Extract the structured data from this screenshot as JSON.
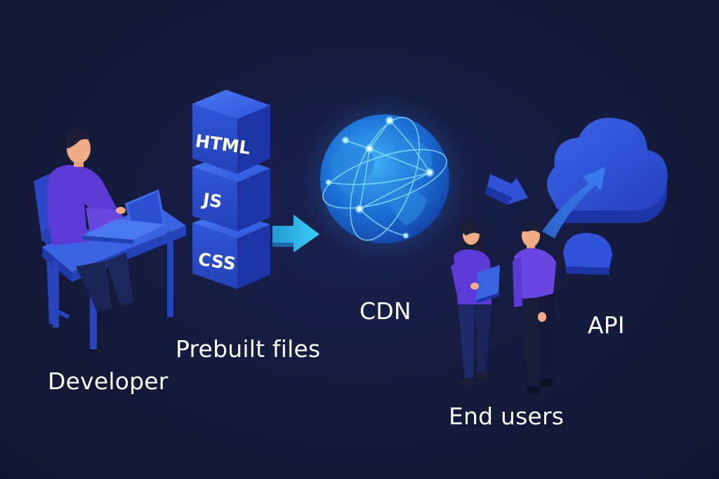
{
  "labels": {
    "developer": "Developer",
    "prebuilt": "Prebuilt files",
    "cdn": "CDN",
    "end_users": "End users",
    "api": "API"
  },
  "files": [
    "HTML",
    "JS",
    "CSS"
  ],
  "colors": {
    "background": "#141a3a",
    "blue_main": "#2f52d8",
    "blue_dark": "#1d34a6",
    "purple": "#5b3ad6",
    "cyan": "#2ab8e6",
    "globe": "#1e7fd8"
  },
  "icons": [
    "developer-at-laptop",
    "file-cubes",
    "globe-icon",
    "end-users-icon",
    "cloud-api-icon",
    "arrow-icon"
  ]
}
